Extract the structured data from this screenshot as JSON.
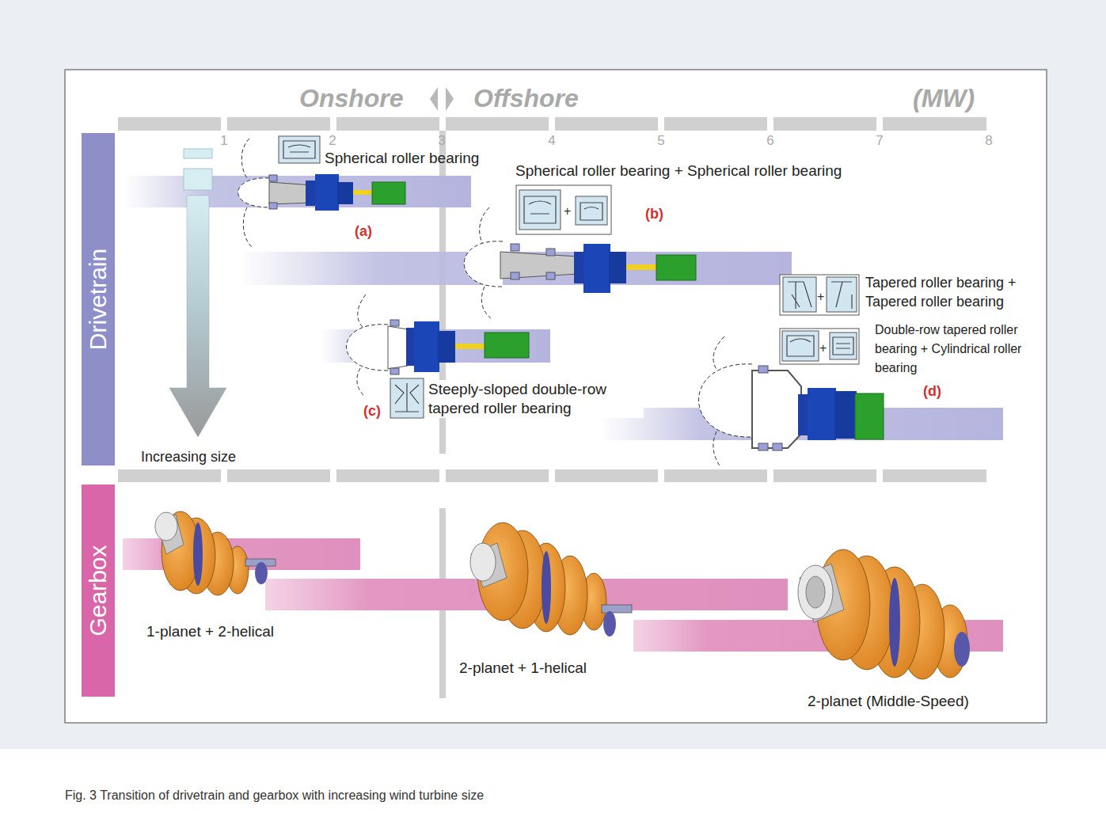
{
  "diagram": {
    "caption": "Fig. 3 Transition of drivetrain and gearbox with increasing wind turbine size",
    "nodes": [
      {
        "text": [
          "Drivetrain"
        ]
      },
      {
        "text": [
          "Gearbox"
        ]
      }
    ],
    "labels": [
      "Onshore",
      "Offshore",
      "(MW)",
      "1",
      "2",
      "3",
      "4",
      "5",
      "6",
      "7",
      "8",
      "Spherical roller bearing",
      "(a)",
      "Spherical roller bearing + Spherical roller bearing",
      "(b)",
      "Tapered roller bearing + Tapered roller bearing",
      "Double-row tapered roller bearing + Cylindrical roller bearing",
      "(d)",
      "Steeply-sloped double-row tapered roller bearing",
      "(c)",
      "Increasing size",
      "1-planet + 2-helical",
      "2-planet + 1-helical",
      "2-planet (Middle-Speed)"
    ]
  }
}
